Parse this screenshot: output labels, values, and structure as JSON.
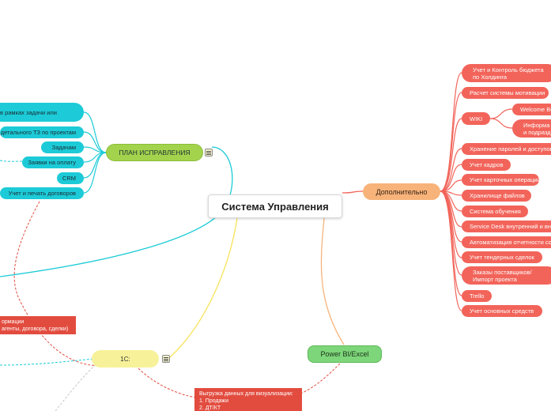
{
  "central": {
    "title": "Система Управления"
  },
  "plan": {
    "label": "ПЛАН ИСПРАВЛЕНИЯ",
    "items": [
      "в рамках задачи или",
      "детального ТЗ по проектам",
      "Задачам",
      "Заявки на оплату",
      "CRM",
      "Учет и печать договоров"
    ]
  },
  "extra": {
    "label": "Дополнительно",
    "items": [
      "Учет и Контроль бюджета по Холдинга",
      "Расчет системы мотивации",
      "WIKI",
      "Хранение паролей и доступов",
      "Учет кадров",
      "Учет карточных операций",
      "Хранилище файлов",
      "Система обучения",
      "Service Desk внутренний и вн",
      "Автоматизация отчетности со",
      "Учет тендерных сделок",
      "Заказы поставщиков/Импорт проекта",
      "Trello",
      "Учет основных средств"
    ],
    "wiki_children": [
      "Welcome Bo",
      "Информа и подразд"
    ]
  },
  "onec": {
    "label": "1С:"
  },
  "powerbi": {
    "label": "Power BI/Excel"
  },
  "notes": {
    "left_note": "ормации\nагенты, договора, сделки)",
    "bottom_note": "Выгрузка данных для визуализации:\n1. Продажи\n2. ДТ/КТ"
  },
  "colors": {
    "red": "#f2645a",
    "cyan": "#1ccbd7",
    "green": "#a3d34d",
    "orange": "#f7b37a",
    "yellow": "#f7f19a",
    "powerbi": "#7ed67a",
    "note": "#e24c3f"
  }
}
